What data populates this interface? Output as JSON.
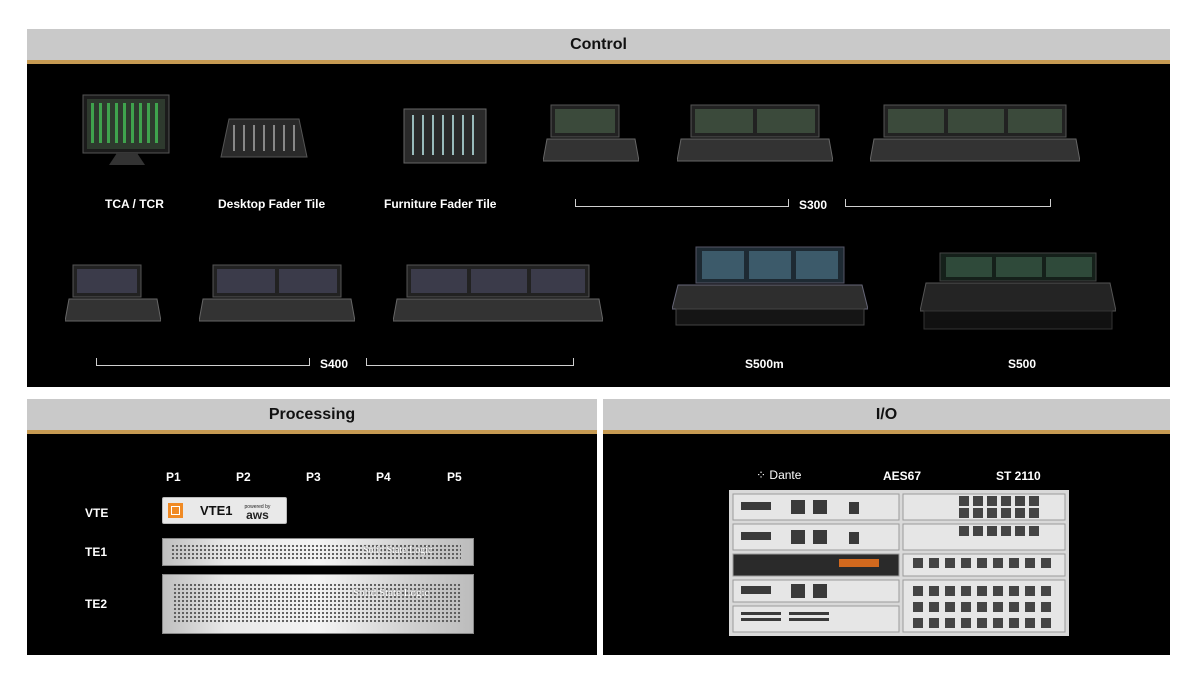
{
  "control": {
    "title": "Control",
    "products": [
      "TCA / TCR",
      "Desktop Fader Tile",
      "Furniture Fader Tile"
    ],
    "groups": [
      "S300",
      "S400",
      "S500m",
      "S500"
    ]
  },
  "processing": {
    "title": "Processing",
    "columns": [
      "P1",
      "P2",
      "P3",
      "P4",
      "P5"
    ],
    "rows": [
      "VTE",
      "TE1",
      "TE2"
    ],
    "vte_label": "VTE1",
    "aws_text": "aws",
    "aws_small": "powered by",
    "brand": "Solid State Logic"
  },
  "io": {
    "title": "I/O",
    "protocols": [
      "Dante",
      "AES67",
      "ST 2110"
    ]
  },
  "colors": {
    "header_bg": "#c9c9c9",
    "accent": "#c69a52",
    "panel_bg": "#000000"
  }
}
